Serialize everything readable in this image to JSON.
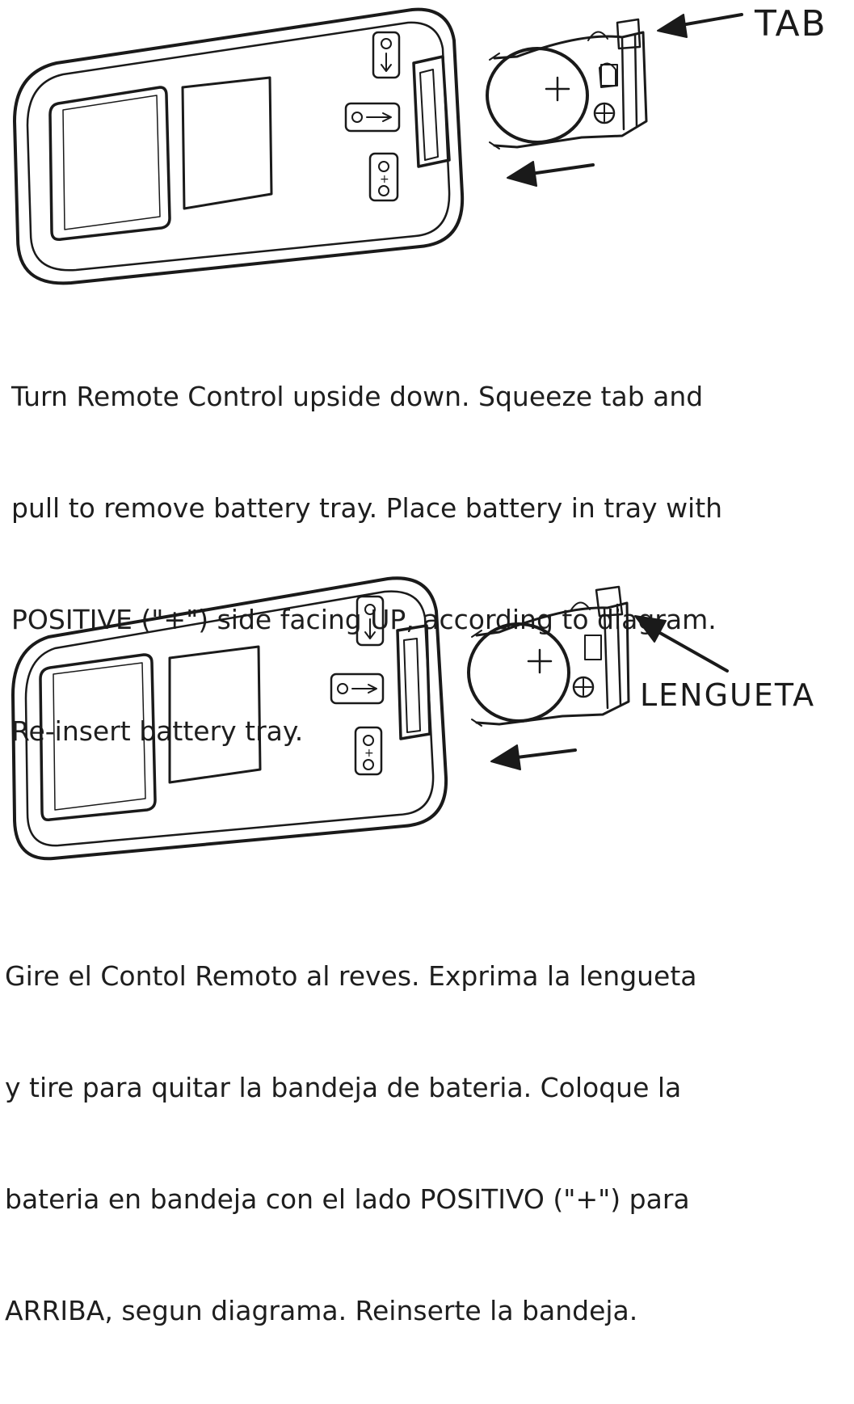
{
  "diagram_en": {
    "callout_label": "TAB",
    "instructions": [
      "Turn Remote Control upside down. Squeeze tab and",
      "pull to remove battery tray. Place battery in tray with",
      "POSITIVE (\"+\") side facing UP, according to diagram.",
      "Re-insert battery tray."
    ]
  },
  "diagram_es": {
    "callout_label": "LENGUETA",
    "instructions": [
      "Gire el Contol Remoto al reves. Exprima la lengueta",
      "y tire para quitar la bandeja de bateria. Coloque la",
      "bateria en bandeja con el lado POSITIVO (\"+\") para",
      "ARRIBA, segun diagrama. Reinserte la bandeja."
    ]
  },
  "battery_symbol": "+",
  "icons": [
    "remote-control-back-icon",
    "battery-tray-icon",
    "coin-battery-icon",
    "arrow-left-icon",
    "callout-arrow-icon"
  ]
}
